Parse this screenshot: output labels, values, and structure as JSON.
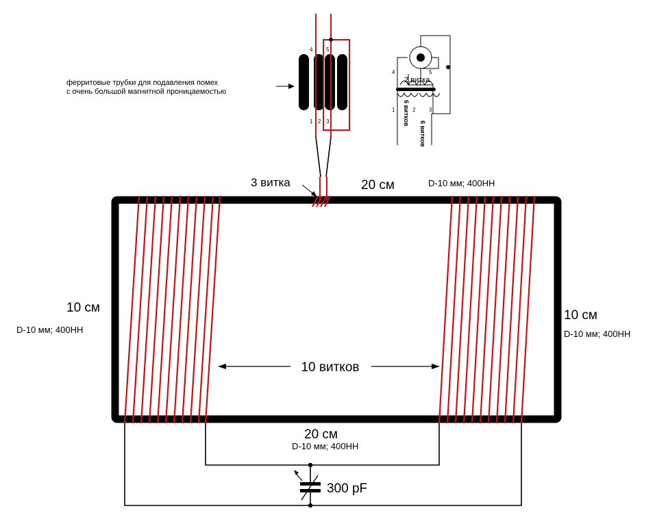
{
  "labels": {
    "ferrite_line1": "ферритовые трубки для подавления помех",
    "ferrite_line2": "с очень большой магнитной проницаемостью",
    "pin1": "1",
    "pin2": "2",
    "pin3": "3",
    "pin4": "4",
    "pin5": "5",
    "two_turns": "2 витка",
    "six_turns_a": "6 витков",
    "six_turns_b": "6 витков",
    "three_turns": "3 витка",
    "top_length": "20 см",
    "top_core": "D-10 мм; 400НН",
    "left_length": "10 см",
    "left_core": "D-10 мм; 400НН",
    "right_length": "10 см",
    "right_core": "D-10 мм; 400НН",
    "ten_turns": "10 витков",
    "bottom_length": "20 см",
    "bottom_core": "D-10 мм; 400НН",
    "capacitor": "300 pF"
  },
  "colors": {
    "frame": "#000000",
    "winding": "#cc1111",
    "wire": "#000000"
  }
}
